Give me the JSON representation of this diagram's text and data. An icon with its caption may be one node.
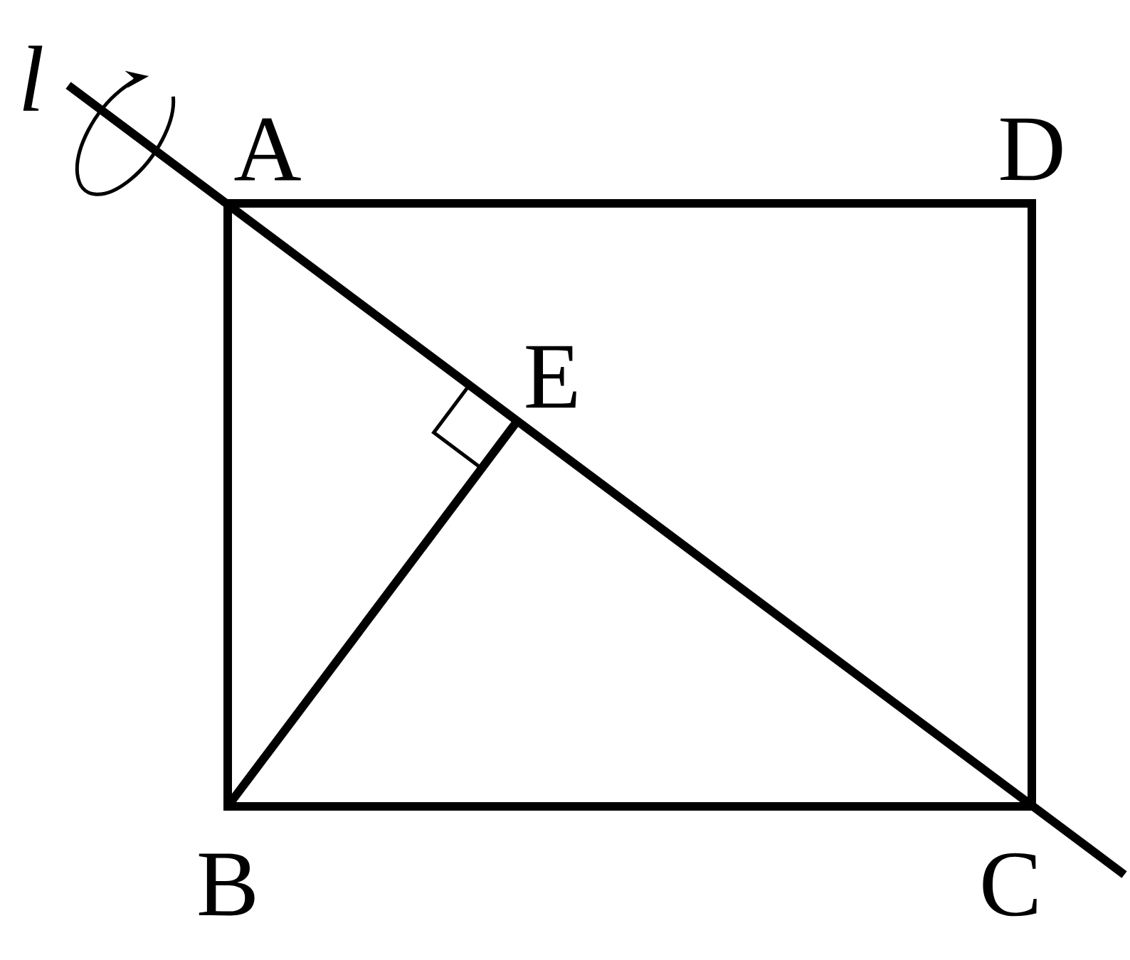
{
  "diagram": {
    "labels": [
      "l",
      "A",
      "D",
      "E",
      "B",
      "C"
    ]
  }
}
